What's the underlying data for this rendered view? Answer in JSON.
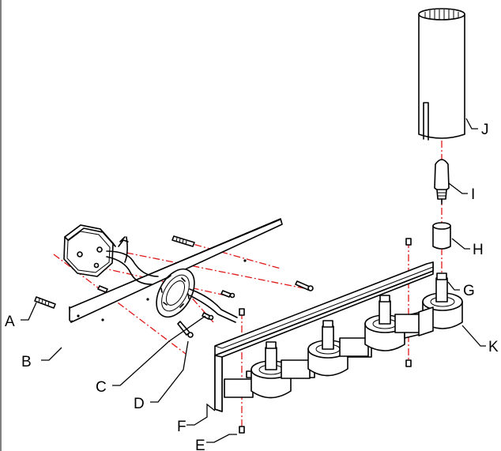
{
  "labels": {
    "A": "A",
    "B": "B",
    "C": "C",
    "D": "D",
    "E": "E",
    "F": "F",
    "G": "G",
    "H": "H",
    "I": "I",
    "J": "J",
    "K": "K"
  },
  "colors": {
    "line": "#000000",
    "centerline": "#e01818",
    "background": "#ffffff"
  }
}
